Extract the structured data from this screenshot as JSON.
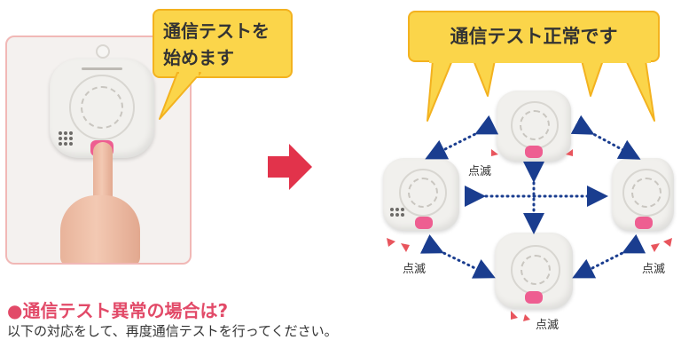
{
  "bubble_left": {
    "line1": "通信テストを",
    "line2": "始めます"
  },
  "bubble_right": {
    "text": "通信テスト正常です"
  },
  "blink_labels": [
    "点滅",
    "点滅",
    "点滅",
    "点滅"
  ],
  "heading": "●通信テスト異常の場合は?",
  "subtext": "以下の対応をして、再度通信テストを行ってください。",
  "colors": {
    "accent_red": "#e2334b",
    "bubble_yellow": "#fbd54a",
    "link_blue": "#1a3d8f",
    "heading_pink": "#e24a68"
  }
}
